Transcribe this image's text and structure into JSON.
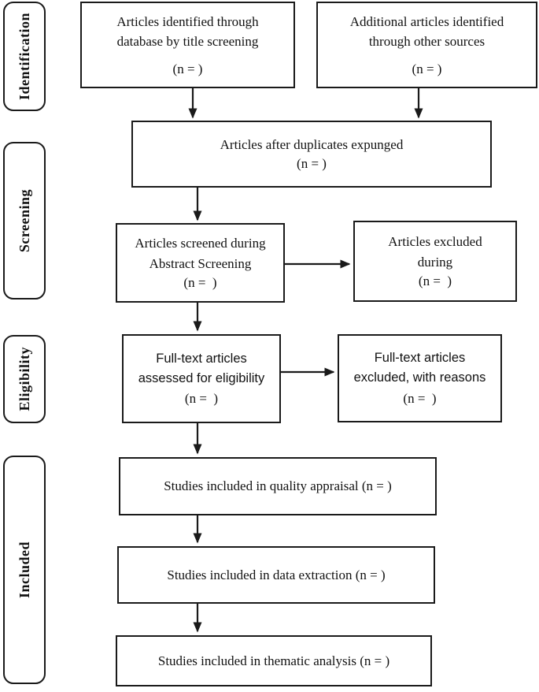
{
  "page": {
    "title": "PRISMA flow diagram",
    "background_color": "#ffffff",
    "ink_color": "#1a1a1a"
  },
  "sidebar": {
    "stages": [
      {
        "label": "Identification"
      },
      {
        "label": "Screening"
      },
      {
        "label": "Eligibility"
      },
      {
        "label": "Included"
      }
    ]
  },
  "flow": {
    "boxes": [
      {
        "id": "identified",
        "text": "Articles identified through\ndatabase by title screening",
        "n": "(n = )"
      },
      {
        "id": "additional",
        "text": "Additional articles identified\nthrough other sources",
        "n": "(n = )"
      },
      {
        "id": "duplicates",
        "text": "Articles after duplicates expunged",
        "n": "(n = )"
      },
      {
        "id": "screened",
        "text": "Articles screened during\nAbstract Screening",
        "n": "(n =  )"
      },
      {
        "id": "excluded-abstract",
        "text": "Articles excluded\nduring",
        "n": "(n =  )"
      },
      {
        "id": "fulltext-assessed",
        "text": "Full-text articles\nassessed for eligibility",
        "n": "(n =  )"
      },
      {
        "id": "fulltext-excluded",
        "text": "Full-text articles\nexcluded, with reasons",
        "n": "(n =  )"
      },
      {
        "id": "quality-appraisal",
        "text": "Studies included in quality appraisal (n = )"
      },
      {
        "id": "data-extraction",
        "text": "Studies included in data extraction (n = )"
      },
      {
        "id": "thematic-analysis",
        "text": "Studies included in thematic analysis (n = )"
      }
    ]
  }
}
